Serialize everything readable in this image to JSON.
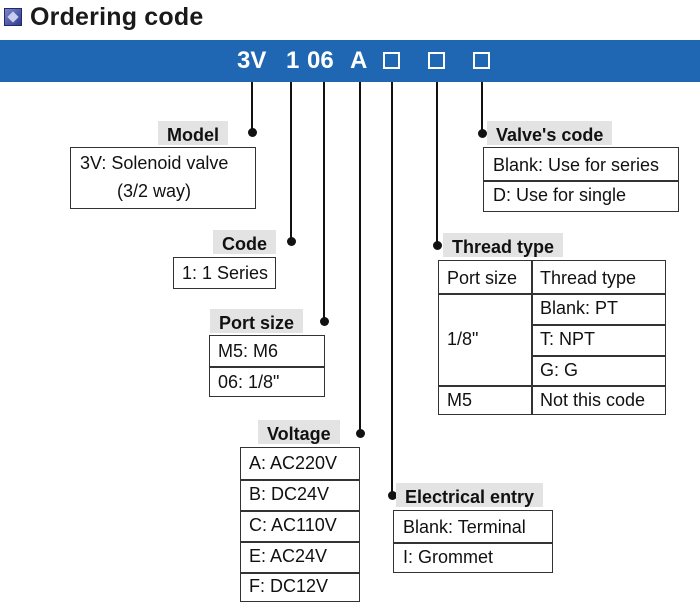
{
  "title": "Ordering code",
  "code": {
    "prefix": "3V",
    "series": "1",
    "port": "06",
    "voltage": "A"
  },
  "model": {
    "label": "Model",
    "lines": [
      "3V: Solenoid valve",
      "(3/2 way)"
    ]
  },
  "series_code": {
    "label": "Code",
    "rows": [
      "1: 1 Series"
    ]
  },
  "port_size": {
    "label": "Port size",
    "rows": [
      "M5: M6",
      "06: 1/8\""
    ]
  },
  "voltage": {
    "label": "Voltage",
    "rows": [
      "A: AC220V",
      "B: DC24V",
      "C: AC110V",
      "E: AC24V",
      "F: DC12V"
    ]
  },
  "electrical_entry": {
    "label": "Electrical entry",
    "rows": [
      "Blank: Terminal",
      "I: Grommet"
    ]
  },
  "valves_code": {
    "label": "Valve's code",
    "rows": [
      "Blank: Use for series",
      "D: Use for single"
    ]
  },
  "thread_type": {
    "label": "Thread type",
    "header": [
      "Port size",
      "Thread type"
    ],
    "rows": [
      {
        "port": "1/8\"",
        "types": [
          "Blank: PT",
          "T: NPT",
          "G: G"
        ]
      },
      {
        "port": "M5",
        "types": [
          "Not this code"
        ]
      }
    ]
  }
}
